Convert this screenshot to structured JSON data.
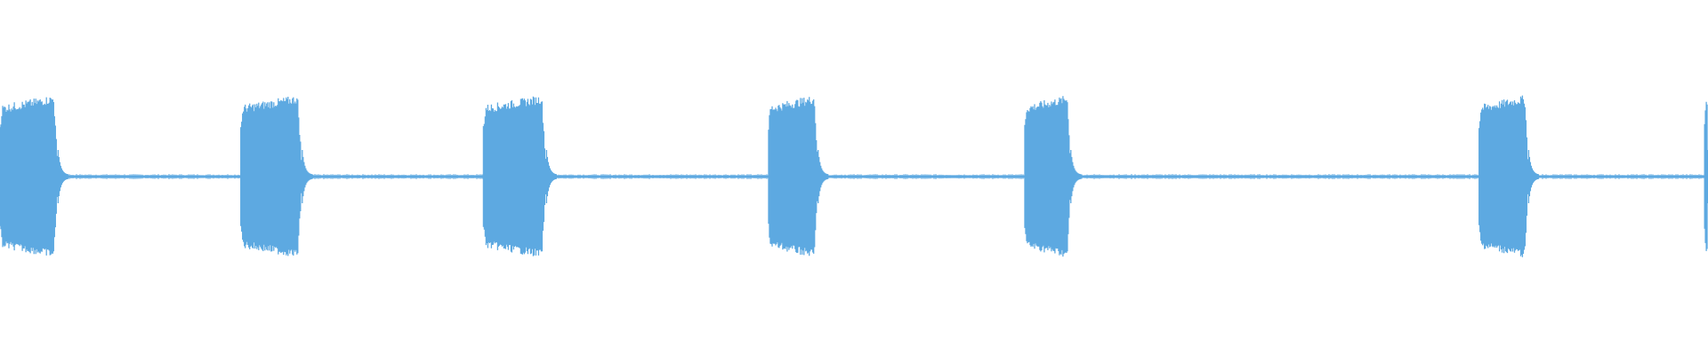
{
  "waveform": {
    "color": "#5DA9E1",
    "baseline_label": "",
    "bursts": [
      {
        "start": 0.0,
        "end": 0.034
      },
      {
        "start": 0.141,
        "end": 0.177
      },
      {
        "start": 0.283,
        "end": 0.32
      },
      {
        "start": 0.45,
        "end": 0.479
      },
      {
        "start": 0.6,
        "end": 0.627
      },
      {
        "start": 0.866,
        "end": 0.895
      },
      {
        "start": 0.998,
        "end": 1.0
      }
    ]
  }
}
